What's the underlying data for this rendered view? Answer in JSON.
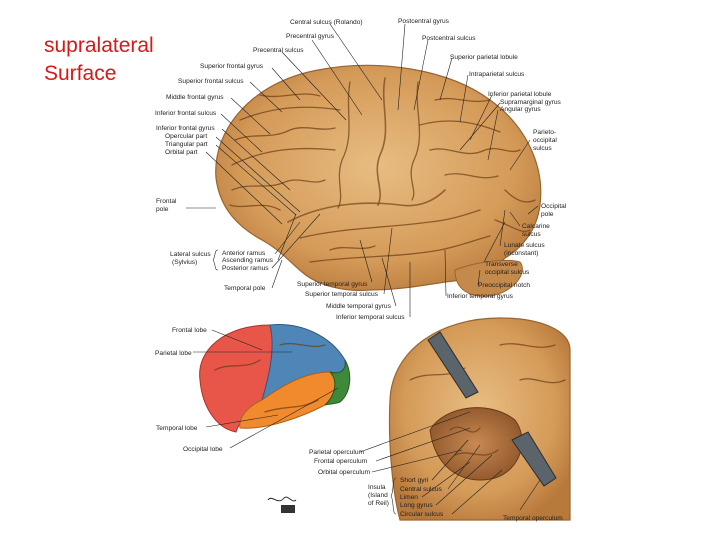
{
  "slide": {
    "title_line1": "supralateral",
    "title_line2": "Surface"
  },
  "colors": {
    "title": "#d81818",
    "brain": "#d9a463",
    "frontal_lobe": "#e8564a",
    "parietal_lobe": "#4f86b8",
    "temporal_lobe": "#f08a2c",
    "occipital_lobe": "#3f8a3a"
  },
  "labels": {
    "central_sulcus": "Central sulcus (Rolando)",
    "postcentral_gyrus": "Postcentral gyrus",
    "precentral_gyrus": "Precentral gyrus",
    "postcentral_sulcus": "Postcentral sulcus",
    "precentral_sulcus": "Precentral sulcus",
    "superior_parietal_lobule": "Superior parietal lobule",
    "superior_frontal_gyrus": "Superior frontal gyrus",
    "intraparietal_sulcus": "Intraparietal sulcus",
    "superior_frontal_sulcus": "Superior frontal sulcus",
    "inferior_parietal_lobule": "Inferior parietal lobule",
    "middle_frontal_gyrus": "Middle frontal gyrus",
    "supramarginal_gyrus": "Supramarginal gyrus",
    "angular_gyrus": "Angular gyrus",
    "inferior_frontal_sulcus": "Inferior frontal sulcus",
    "parieto_occipital_1": "Parieto-",
    "parieto_occipital_2": "occipital",
    "parieto_occipital_3": "sulcus",
    "inferior_frontal_gyrus": "Inferior frontal gyrus",
    "opercular_part": "Opercular part",
    "triangular_part": "Triangular part",
    "orbital_part": "Orbital part",
    "frontal_pole_1": "Frontal",
    "frontal_pole_2": "pole",
    "occipital_pole_1": "Occipital",
    "occipital_pole_2": "pole",
    "calcarine_1": "Calcarine",
    "calcarine_2": "sulcus",
    "lateral_sulcus_1": "Lateral sulcus",
    "lateral_sulcus_2": "(Sylvius)",
    "anterior_ramus": "Anterior ramus",
    "ascending_ramus": "Ascending ramus",
    "posterior_ramus": "Posterior ramus",
    "lunate_1": "Lunate sulcus",
    "lunate_2": "(inconstant)",
    "transverse_1": "Transverse",
    "transverse_2": "occipital sulcus",
    "temporal_pole": "Temporal pole",
    "superior_temporal_gyrus": "Superior temporal gyrus",
    "superior_temporal_sulcus": "Superior temporal sulcus",
    "preoccipital_notch": "Preoccipital notch",
    "inferior_temporal_gyrus": "Inferior temporal gyrus",
    "middle_temporal_gyrus": "Middle temporal gyrus",
    "inferior_temporal_sulcus": "Inferior temporal sulcus",
    "frontal_lobe": "Frontal lobe",
    "parietal_lobe": "Parietal lobe",
    "temporal_lobe": "Temporal lobe",
    "occipital_lobe": "Occipital lobe",
    "parietal_operculum": "Parietal operculum",
    "frontal_operculum": "Frontal operculum",
    "orbital_operculum": "Orbital operculum",
    "short_gyri": "Short gyri",
    "central_sulcus_insula": "Central sulcus",
    "limen": "Limen",
    "long_gyrus": "Long gyrus",
    "circular_sulcus": "Circular sulcus",
    "insula_1": "Insula",
    "insula_2": "(Island",
    "insula_3": "of Reil)",
    "temporal_operculum": "Temporal operculum"
  }
}
